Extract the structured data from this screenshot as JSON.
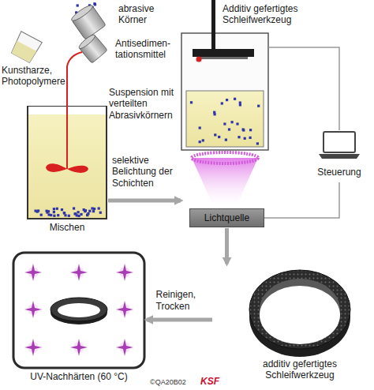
{
  "diagram": {
    "nodes": [
      {
        "text": [
          "Mischen"
        ]
      },
      {
        "text": [
          "Suspension mit verteilten Abrasivkörnern"
        ]
      },
      {
        "text": [
          "Steuerung"
        ]
      },
      {
        "text": [
          "Lichtquelle"
        ]
      },
      {
        "text": [
          "additiv gefertigtes Schleifwerkzeug"
        ]
      },
      {
        "text": [
          "UV-Nachhärten (60 °C)"
        ]
      }
    ],
    "edges": [
      {
        "from": 0,
        "to": 1,
        "arrow": "to"
      },
      {
        "from": 2,
        "to": 1,
        "arrow": "none"
      },
      {
        "from": 2,
        "to": 3,
        "arrow": "none"
      },
      {
        "from": 3,
        "to": 4,
        "arrow": "to"
      },
      {
        "from": 4,
        "to": 5,
        "label": "Reinigen, Trocken",
        "arrow": "to"
      }
    ],
    "labels": [
      "abrasive Körner",
      "Kunstharze, Photopolymere",
      "Antisedimen- tationsmittel",
      "Additiv gefertigtes Schleifwerkzeug",
      "selektive Belichtung der Schichten",
      "©QA20B02",
      "KSF"
    ]
  }
}
